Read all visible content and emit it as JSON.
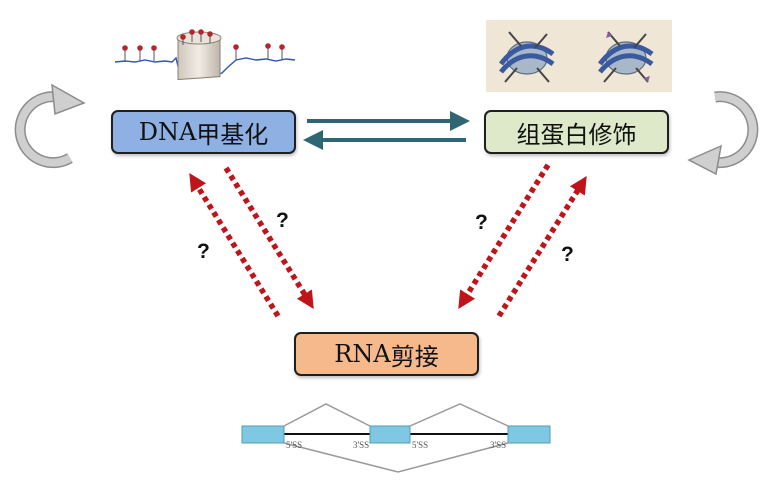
{
  "nodes": {
    "dna_methylation": {
      "prefix": "DNA",
      "suffix": "甲基化"
    },
    "histone_modification": {
      "label": "组蛋白修饰"
    },
    "rna_splicing": {
      "prefix": "RNA",
      "suffix": "剪接"
    }
  },
  "question_marks": [
    "?",
    "?",
    "?",
    "?"
  ],
  "splice_sites": {
    "five_prime_1": "5'SS",
    "three_prime_1": "3'SS",
    "five_prime_2": "5'SS",
    "three_prime_2": "3'SS"
  },
  "colors": {
    "dna_box": "#8fb0e3",
    "histone_box": "#dde9c9",
    "rna_box": "#f5b98b",
    "solid_arrow": "#2e6673",
    "dotted_arrow": "#c0141b",
    "cycle_arrow": "#bfbfbf",
    "exon": "#7ec8e3"
  }
}
